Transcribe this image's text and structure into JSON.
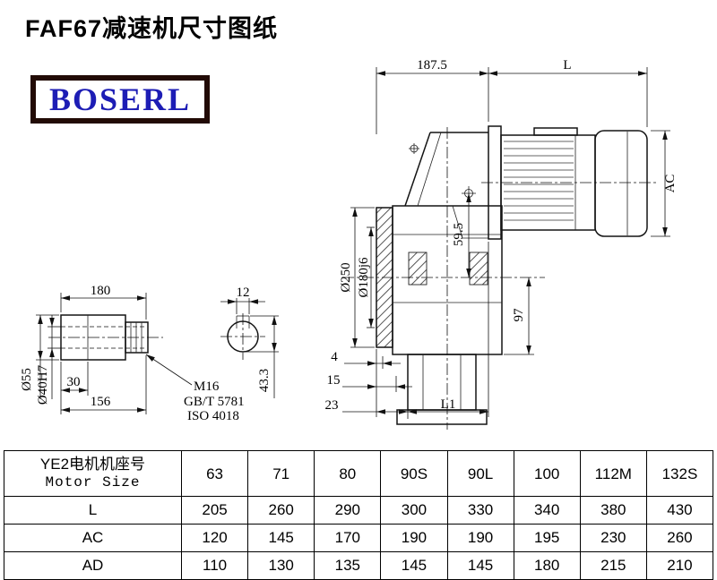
{
  "page": {
    "title": "FAF67减速机尺寸图纸",
    "brand": "BOSERL"
  },
  "drawing": {
    "dims": {
      "d187": "187.5",
      "L": "L",
      "AC": "AC",
      "d250": "Ø250",
      "d180": "Ø180j6",
      "d59": "59.5",
      "d97": "97",
      "d4": "4",
      "d15": "15",
      "d23": "23",
      "L1": "L1",
      "shaft_len": "180",
      "key_w": "12",
      "d55": "Ø55",
      "d40": "Ø40H7",
      "d30": "30",
      "d156": "156",
      "m16": "M16",
      "gb": "GB/T 5781",
      "iso": "ISO 4018",
      "d43": "43.3"
    }
  },
  "table": {
    "size_header_cn": "YE2电机机座号",
    "size_header_en": "Motor Size",
    "sizes": [
      "63",
      "71",
      "80",
      "90S",
      "90L",
      "100",
      "112M",
      "132S"
    ],
    "rows": [
      {
        "label": "L",
        "values": [
          "205",
          "260",
          "290",
          "300",
          "330",
          "340",
          "380",
          "430"
        ]
      },
      {
        "label": "AC",
        "values": [
          "120",
          "145",
          "170",
          "190",
          "190",
          "195",
          "230",
          "260"
        ]
      },
      {
        "label": "AD",
        "values": [
          "110",
          "130",
          "135",
          "145",
          "145",
          "180",
          "215",
          "210"
        ]
      }
    ]
  }
}
